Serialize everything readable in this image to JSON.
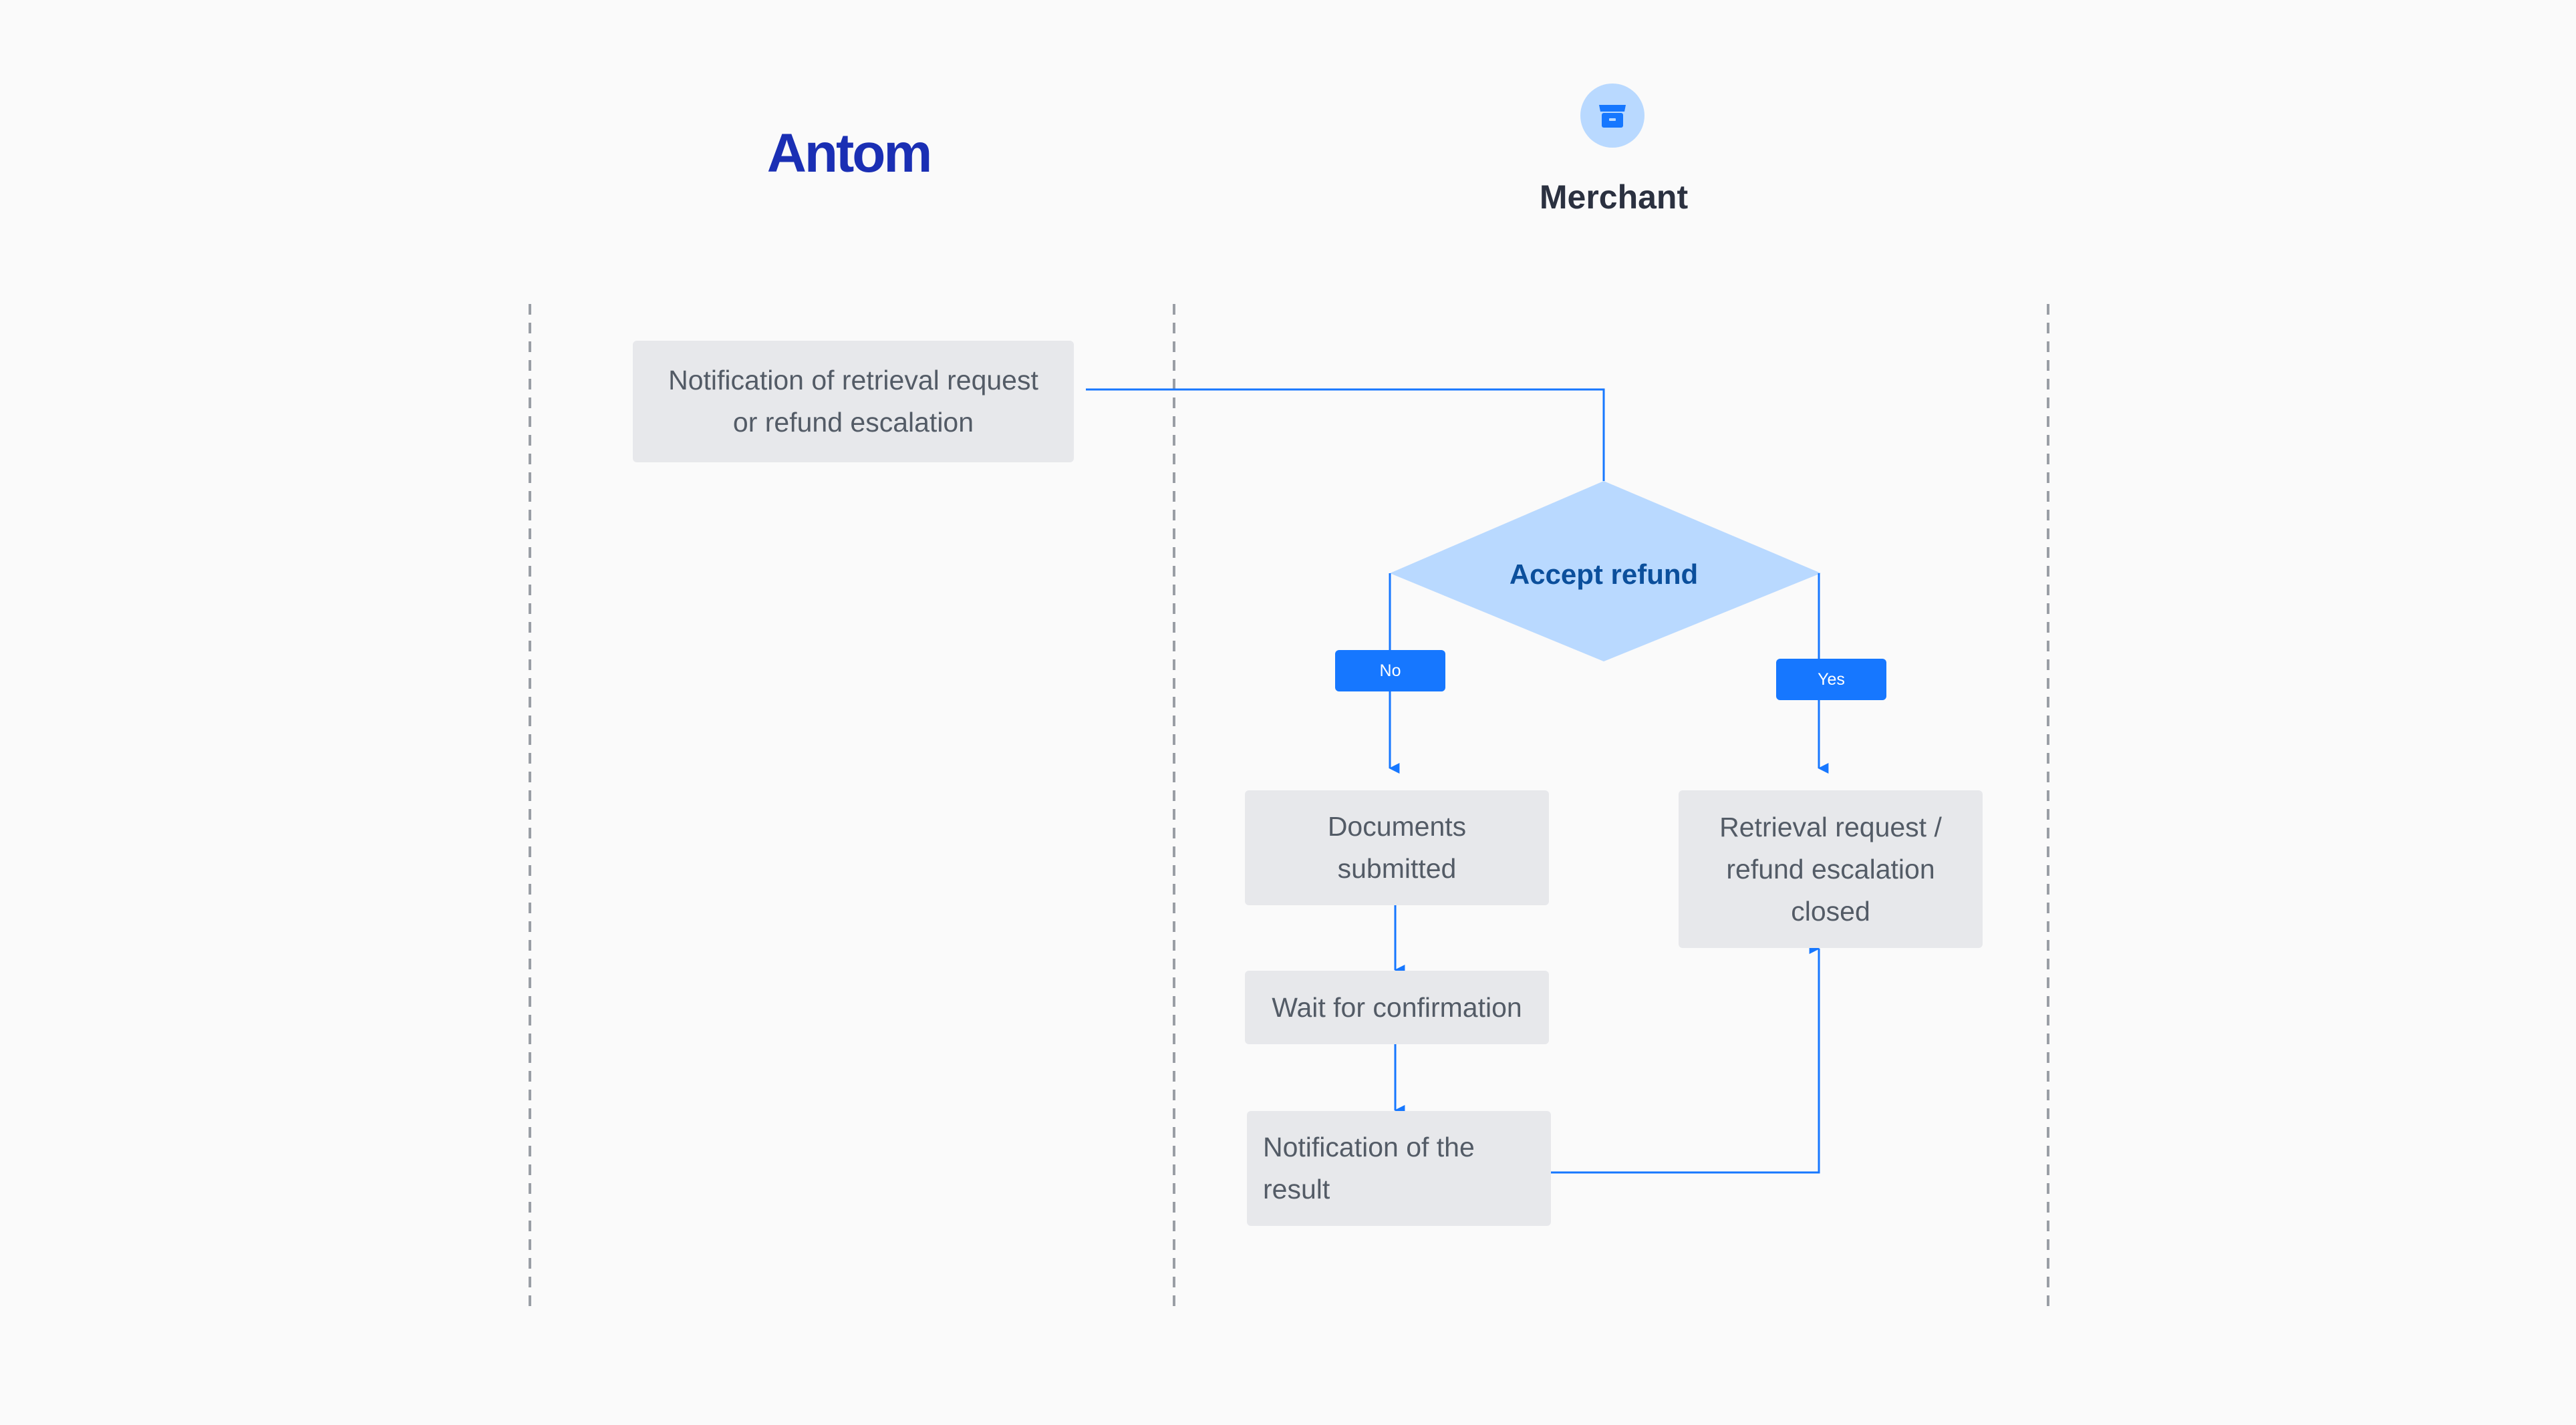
{
  "lanes": {
    "antom_logo_text": "Antom",
    "merchant_label": "Merchant",
    "merchant_icon": "store-icon"
  },
  "nodes": {
    "notification_request": "Notification of retrieval request\nor refund escalation",
    "accept_refund": "Accept refund",
    "documents_submitted": "Documents\nsubmitted",
    "wait_confirmation": "Wait for confirmation",
    "notification_result": "Notification of the\nresult",
    "request_closed": "Retrieval request /\nrefund escalation\nclosed"
  },
  "branches": {
    "no": "No",
    "yes": "Yes"
  },
  "colors": {
    "connector": "#1677ff",
    "decision_fill": "#b9d9ff",
    "node_fill": "#e7e8eb",
    "logo": "#1a2fb4",
    "lane_divider": "#9a9ea5"
  }
}
